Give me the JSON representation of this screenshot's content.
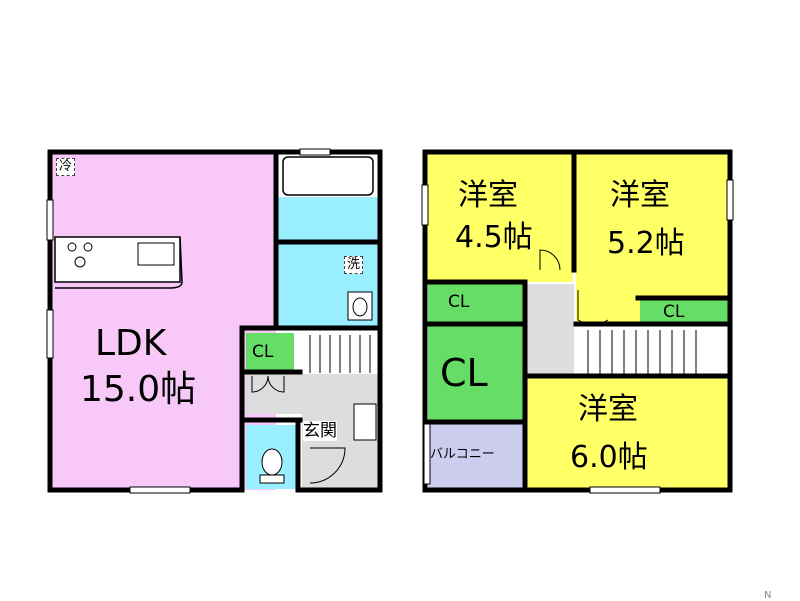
{
  "floor1": {
    "ldk_name": "LDK",
    "ldk_size": "15.0帖",
    "closet": "CL",
    "entrance": "玄関",
    "fridge": "冷",
    "washer": "洗"
  },
  "floor2": {
    "room_a_name": "洋室",
    "room_a_size": "4.5帖",
    "room_b_name": "洋室",
    "room_b_size": "5.2帖",
    "room_c_name": "洋室",
    "room_c_size": "6.0帖",
    "closet_a": "CL",
    "closet_b": "CL",
    "closet_c": "CL",
    "balcony": "バルコニー"
  },
  "compass": "N",
  "colors": {
    "ldk": "#f8c8f8",
    "western_room": "#ffff66",
    "closet": "#66dd66",
    "wet_area": "#99eeff",
    "hall": "#dddddd",
    "balcony": "#ccccee",
    "wall": "#000000"
  }
}
